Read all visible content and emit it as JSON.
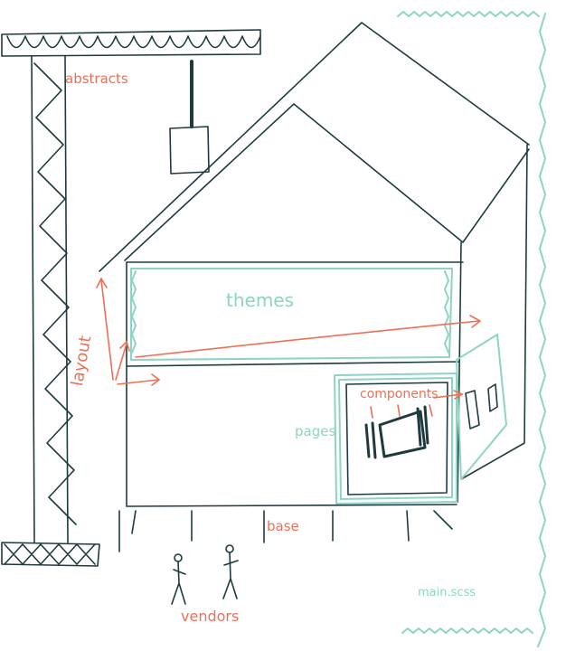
{
  "labels": {
    "abstracts": "abstracts",
    "themes": "themes",
    "layout": "layout",
    "components": "components",
    "pages": "pages",
    "base": "base",
    "vendors": "vendors",
    "main": "main.scss"
  },
  "colors": {
    "ink": "#1e3a3f",
    "teal": "#8ed4c2",
    "orange": "#ee6f55"
  }
}
